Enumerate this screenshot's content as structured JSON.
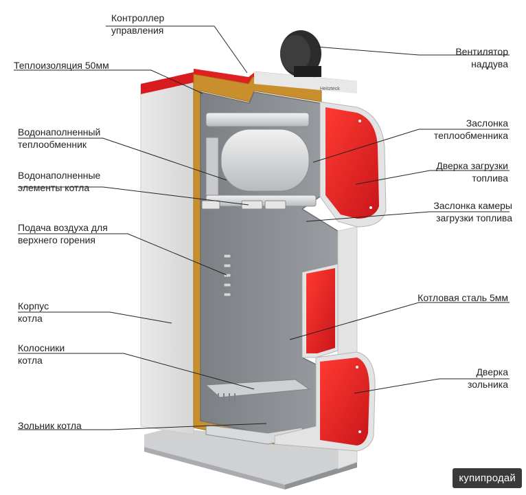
{
  "labels": {
    "controller": [
      "Контроллер",
      "управления"
    ],
    "insulation": [
      "Теплоизоляция  50мм"
    ],
    "heat_exchanger": [
      "Водонаполненный",
      "теплообменник"
    ],
    "water_elements": [
      "Водонаполненные",
      "элементы котла"
    ],
    "air_supply": [
      "Подача воздуха для",
      "верхнего горения"
    ],
    "body": [
      "Корпус",
      "котла"
    ],
    "grates": [
      "Колосники",
      "котла"
    ],
    "ash_pan": [
      "Зольник котла"
    ],
    "fan": [
      "Вентилятор",
      "наддува"
    ],
    "exchanger_damper": [
      "Заслонка",
      "теплообменника"
    ],
    "loading_door": [
      "Дверка загрузки",
      "топлива"
    ],
    "chamber_damper": [
      "Заслонка камеры",
      "загрузки топлива"
    ],
    "boiler_steel": [
      "Котловая сталь 5мм"
    ],
    "ash_door": [
      "Дверка",
      "зольника"
    ]
  },
  "brand_plate": "Heitzteck",
  "watermark": "купипродай",
  "colors": {
    "red": "#e01f22",
    "insulation": "#c98f2c",
    "steel": "#8f9296",
    "casing": "#eeeeee"
  }
}
